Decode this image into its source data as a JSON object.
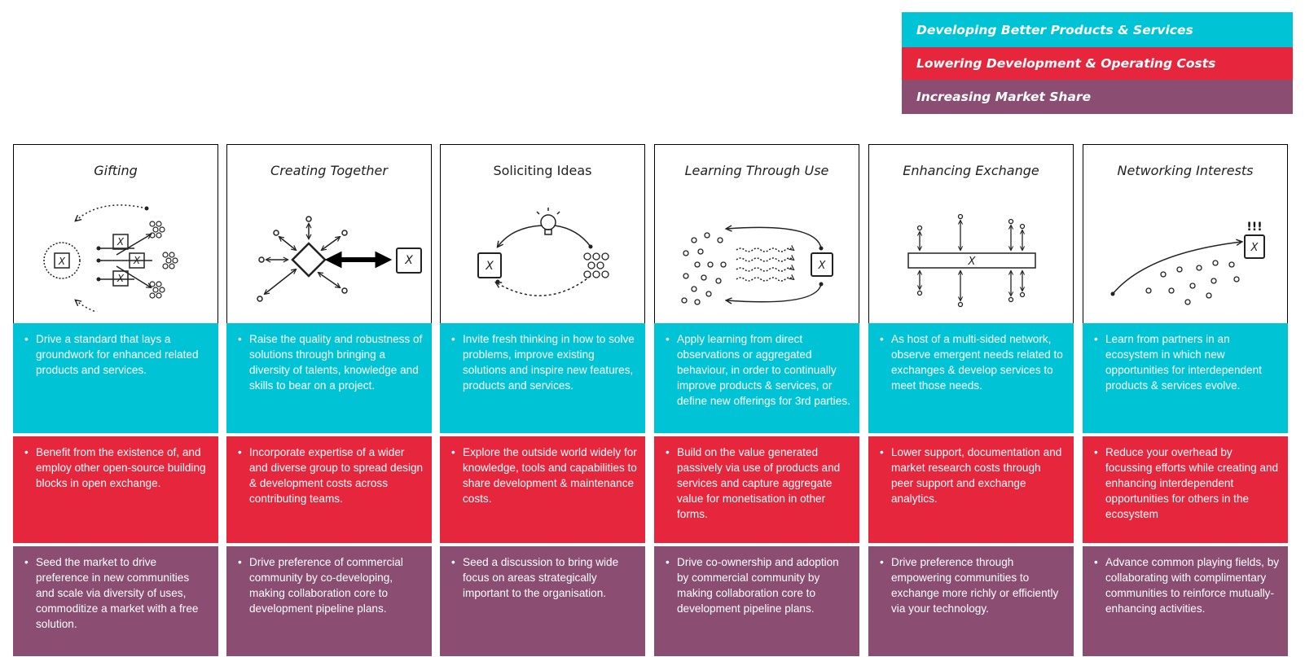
{
  "legend": {
    "products": "Developing Better Products & Services",
    "costs": "Lowering Development & Operating Costs",
    "market": "Increasing Market Share"
  },
  "icon_label": "X",
  "exclaim": "!!!",
  "bullet": "•",
  "colors": {
    "cyan": "#00C4D6",
    "red": "#E5263C",
    "purple": "#8B4D72"
  },
  "columns": [
    {
      "title": "Gifting",
      "products": "Drive a standard that lays a groundwork for enhanced related products and services.",
      "costs": "Benefit from the existence of, and employ other open-source building blocks in open exchange.",
      "market": "Seed the market to drive preference in new communities and scale via diversity of uses, commoditize a market with a free solution."
    },
    {
      "title": "Creating Together",
      "products": "Raise the quality and robustness of solutions through bringing a diversity of talents, knowledge and skills to bear on a project.",
      "costs": "Incorporate expertise of a wider and diverse group to spread design & development costs across contributing teams.",
      "market": "Drive preference of commercial community by co-developing, making collaboration core to development pipeline plans."
    },
    {
      "title": "Soliciting Ideas",
      "products": "Invite fresh thinking in how to solve problems, improve existing solutions and inspire new features, products and services.",
      "costs": "Explore the outside world widely for knowledge, tools and capabilities to share development & maintenance costs.",
      "market": "Seed a discussion to bring wide focus on areas strategically important to the organisation."
    },
    {
      "title": "Learning Through Use",
      "products": "Apply learning from direct observations or aggregated behaviour, in order to continually improve products & services, or define new offerings for 3rd parties.",
      "costs": "Build on the value generated passively via use of products and services and capture aggregate value for monetisation in other forms.",
      "market": "Drive co-ownership and adoption by commercial community by making collaboration core to development pipeline plans."
    },
    {
      "title": "Enhancing Exchange",
      "products": "As host of a multi-sided network, observe emergent needs related to exchanges & develop services to meet those needs.",
      "costs": "Lower support, documentation and market research costs through peer support and exchange analytics.",
      "market": "Drive preference through empowering communities to exchange more richly or efficiently via your technology."
    },
    {
      "title": "Networking Interests",
      "products": "Learn from partners in an ecosystem in which new opportunities for interdependent products & services evolve.",
      "costs": "Reduce your overhead by focussing efforts while creating and enhancing interdependent opportunities for others in the ecosystem",
      "market": "Advance common playing fields, by collaborating with complimentary communities to reinforce mutually-enhancing activities."
    }
  ]
}
